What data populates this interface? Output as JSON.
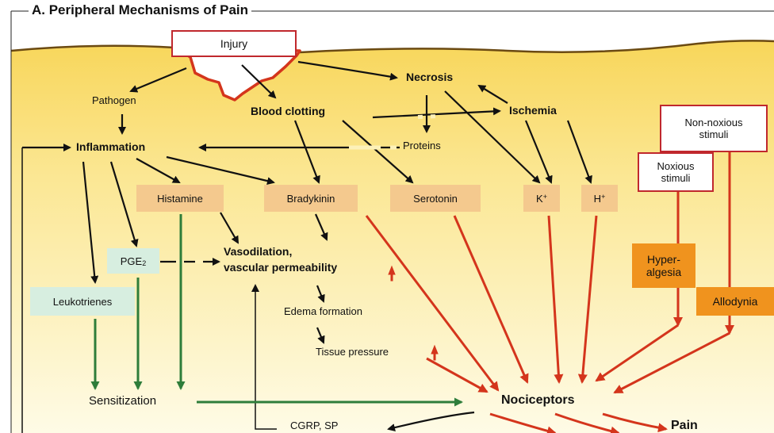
{
  "title": "A.  Peripheral Mechanisms of Pain",
  "colors": {
    "tissue": "#fbe07a",
    "mediator_box": "#f4c98e",
    "sensitizer_box": "#d7eee0",
    "hyperalgesia_box": "#f0931e",
    "red_arrow": "#d4351c",
    "green_arrow": "#2e7d3a",
    "black_arrow": "#111111"
  },
  "labels": {
    "injury": "Injury",
    "necrosis": "Necrosis",
    "pathogen": "Pathogen",
    "blood_clotting": "Blood clotting",
    "ischemia": "Ischemia",
    "inflammation": "Inflammation",
    "proteins": "Proteins",
    "histamine": "Histamine",
    "bradykinin": "Bradykinin",
    "serotonin": "Serotonin",
    "k": "K",
    "h": "H",
    "ion_charge": "+",
    "pge": "PGE",
    "pge_sub": "2",
    "vasodilation": "Vasodilation,",
    "vascular_perm": "vascular permeability",
    "leukotrienes": "Leukotrienes",
    "edema": "Edema formation",
    "tissue_pressure": "Tissue pressure",
    "sensitization": "Sensitization",
    "nociceptors": "Nociceptors",
    "cgrp": "CGRP, SP",
    "pain": "Pain",
    "non_noxious_1": "Non-noxious",
    "non_noxious_2": "stimuli",
    "noxious_1": "Noxious",
    "noxious_2": "stimuli",
    "hyper_1": "Hyper-",
    "hyper_2": "algesia",
    "allodynia": "Allodynia"
  }
}
